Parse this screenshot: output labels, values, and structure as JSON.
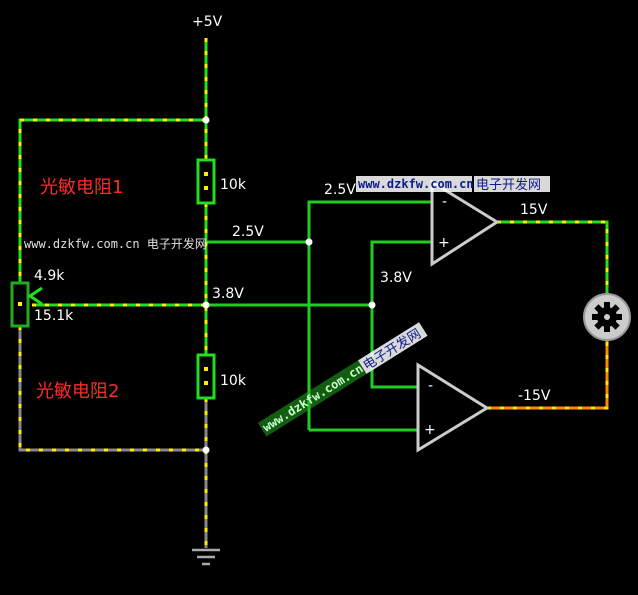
{
  "labels": {
    "supply": "+5V",
    "r_top": "10k",
    "r_bottom": "10k",
    "ldr1": "光敏电阻1",
    "ldr2": "光敏电阻2",
    "pot_top": "4.9k",
    "pot_bottom": "15.1k",
    "v_ref_mid": "2.5V",
    "v_ref_top": "2.5V",
    "v_pot": "3.8V",
    "v_pot_right": "3.8V",
    "out_pos": "15V",
    "out_neg": "-15V",
    "opamp_minus": "-",
    "opamp_plus": "+"
  },
  "watermarks": {
    "left": "www.dzkfw.com.cn 电子开发网",
    "top_url": "www.dzkfw.com.cn",
    "top_cn": "电子开发网",
    "diag_url": "www.dzkfw.com.cn",
    "diag_cn": "电子开发网"
  },
  "colors": {
    "wire_active": "#22dd22",
    "wire_current_dots": "#ffee00",
    "wire_ground": "#888888",
    "wire_negative": "#ff8800",
    "opamp_outline": "#cccccc",
    "label_red": "#ff2a2a"
  },
  "icons": {
    "ground": "ground-symbol-icon",
    "motor": "motor-icon",
    "potentiometer": "potentiometer-icon"
  }
}
